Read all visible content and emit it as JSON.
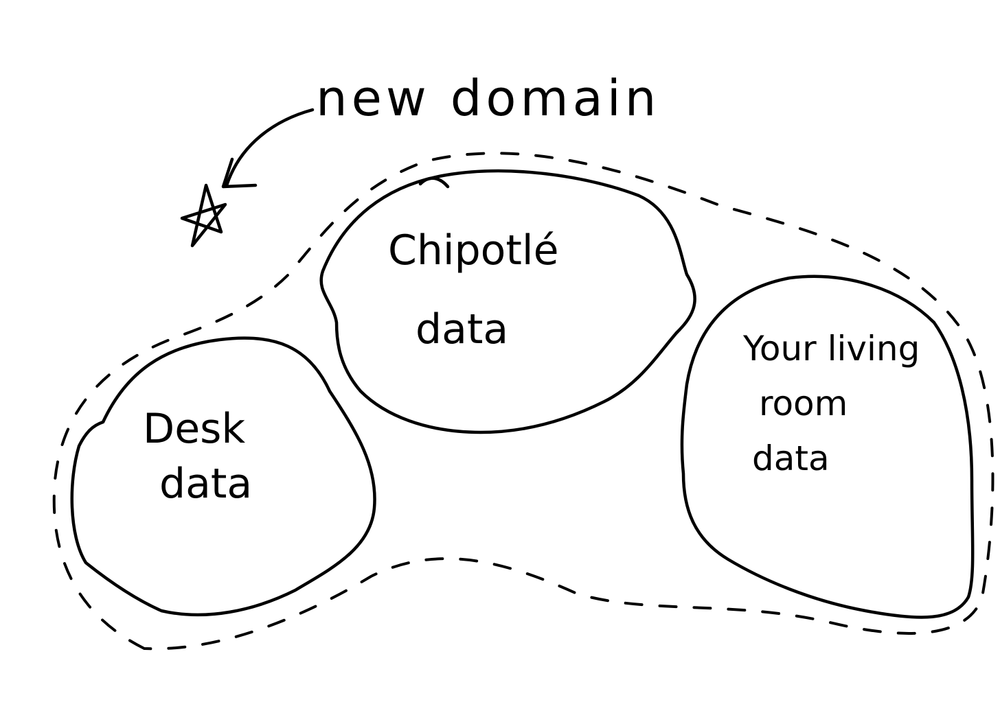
{
  "annotation": {
    "label": "new domain"
  },
  "clusters": [
    {
      "id": "desk",
      "lines": [
        "Desk",
        "data"
      ]
    },
    {
      "id": "chipotle",
      "lines": [
        "Chipotlé",
        "data"
      ]
    },
    {
      "id": "living-room",
      "lines": [
        "Your living",
        "room",
        "data"
      ]
    }
  ]
}
